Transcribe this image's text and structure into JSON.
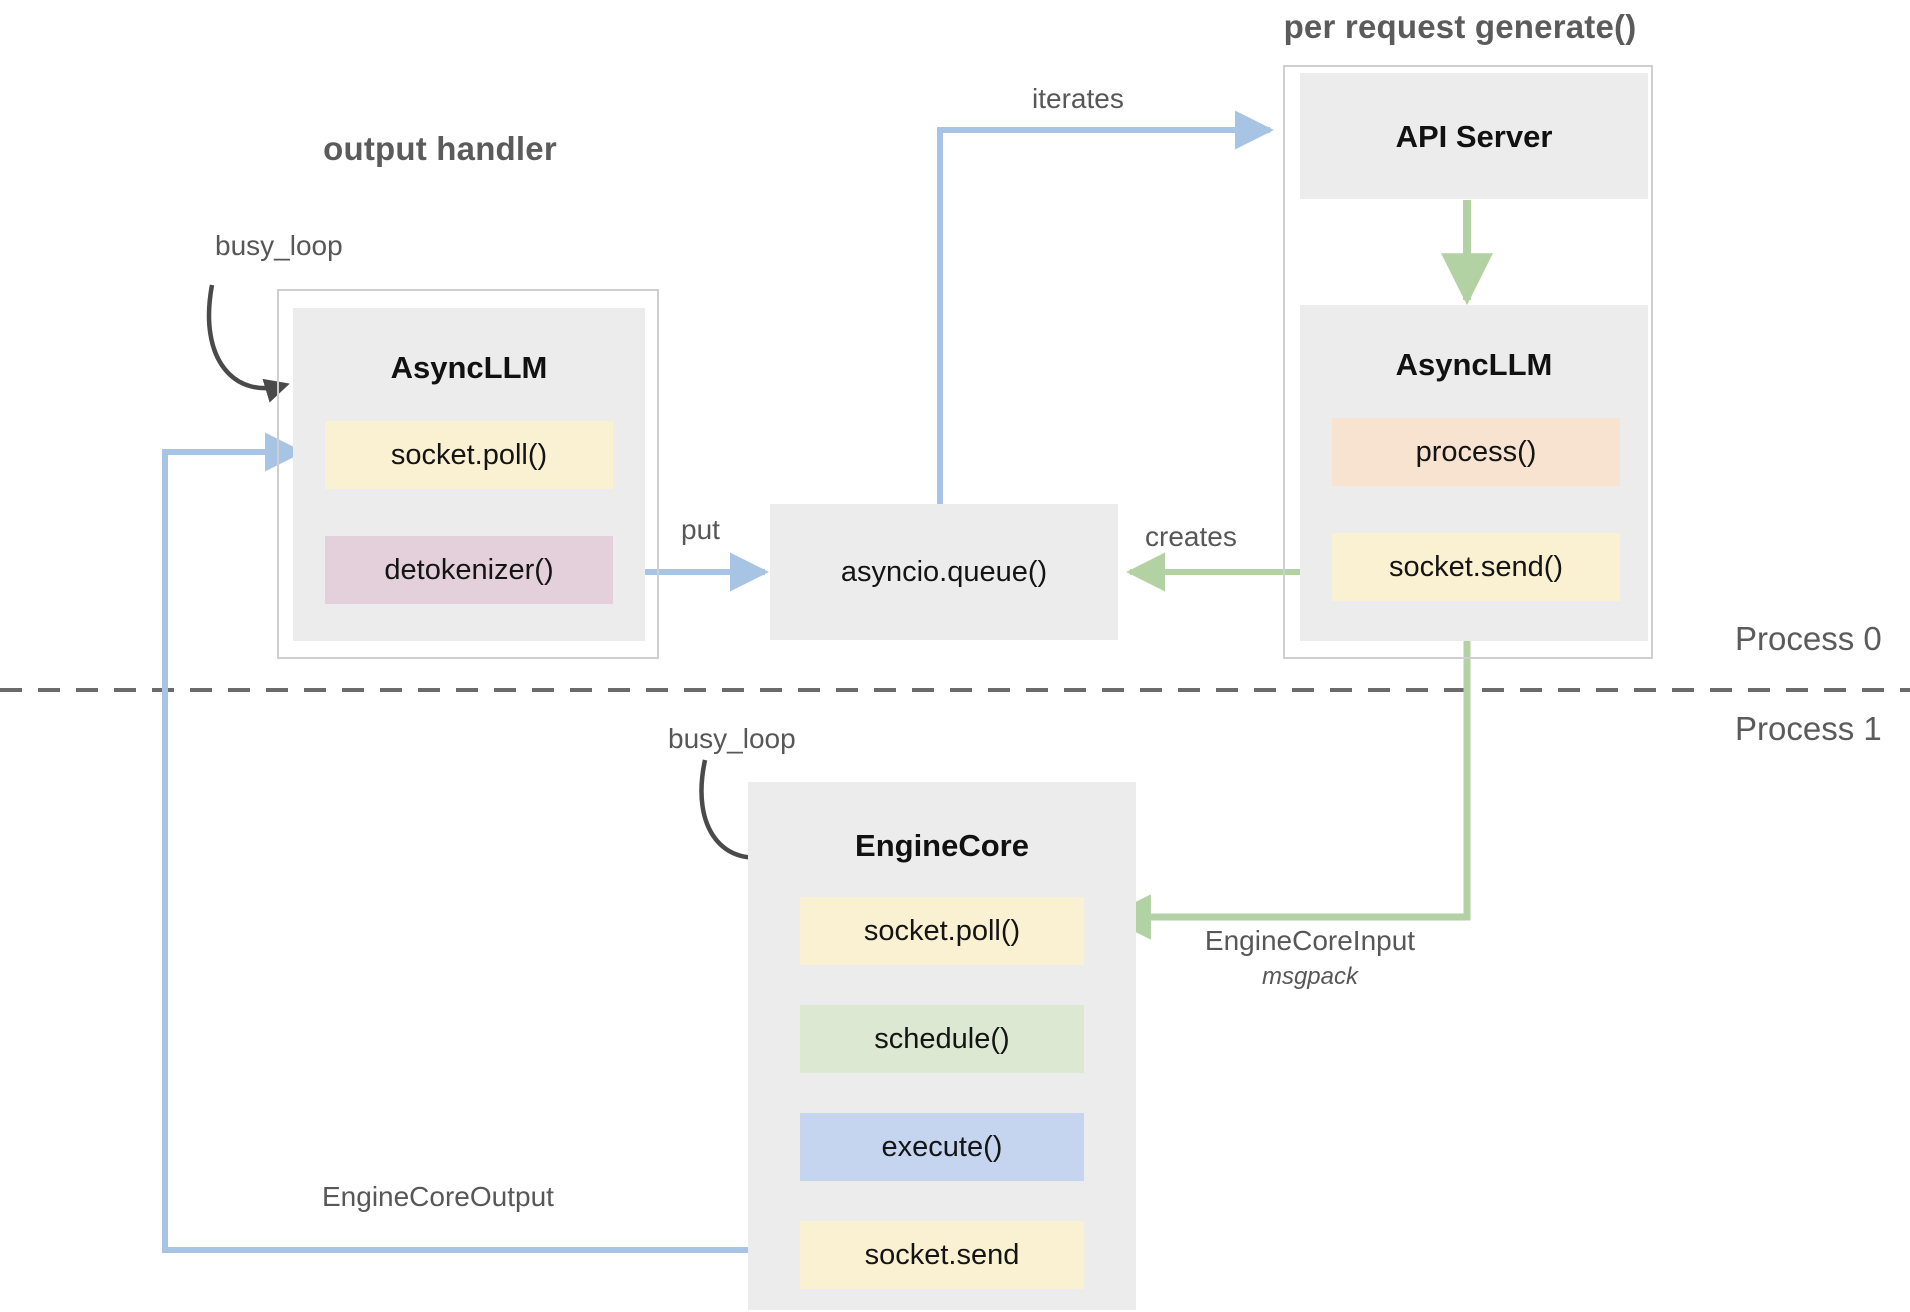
{
  "diagram": {
    "title_groups": [
      {
        "id": "output-handler",
        "label": "output handler"
      },
      {
        "id": "per-request-generate",
        "label": "per request generate()"
      }
    ],
    "process_labels": [
      {
        "id": "process-0",
        "label": "Process 0"
      },
      {
        "id": "process-1",
        "label": "Process 1"
      }
    ],
    "components": {
      "async_llm_left": {
        "title": "AsyncLLM",
        "chips": [
          {
            "label": "socket.poll()",
            "color": "#faf0d2"
          },
          {
            "label": "detokenizer()",
            "color": "#e4d0da"
          }
        ]
      },
      "api_server": {
        "title": "API Server"
      },
      "async_llm_right": {
        "title": "AsyncLLM",
        "chips": [
          {
            "label": "process()",
            "color": "#f7e3d0"
          },
          {
            "label": "socket.send()",
            "color": "#faf0d2"
          }
        ]
      },
      "engine_core": {
        "title": "EngineCore",
        "chips": [
          {
            "label": "socket.poll()",
            "color": "#faf0d2"
          },
          {
            "label": "schedule()",
            "color": "#dce8d1"
          },
          {
            "label": "execute()",
            "color": "#c5d4ef"
          },
          {
            "label": "socket.send",
            "color": "#faf0d2"
          }
        ]
      },
      "asyncio_queue": {
        "label": "asyncio.queue()"
      }
    },
    "edges": [
      {
        "id": "busy-loop-left",
        "label": "busy_loop"
      },
      {
        "id": "busy-loop-engine",
        "label": "busy_loop"
      },
      {
        "id": "iterates",
        "label": "iterates"
      },
      {
        "id": "put",
        "label": "put"
      },
      {
        "id": "creates",
        "label": "creates"
      },
      {
        "id": "engine-core-input",
        "label": "EngineCoreInput",
        "sublabel": "msgpack"
      },
      {
        "id": "engine-core-output",
        "label": "EngineCoreOutput"
      }
    ],
    "colors": {
      "blue_arrow": "#a8c4e5",
      "green_arrow": "#b3d2a3",
      "black_arrow": "#4a4a4a",
      "box_grey": "#ececec",
      "outline_grey": "#cfcfcf",
      "divider": "#6b6b6b",
      "chip_yellow": "#faf0d2",
      "chip_pink": "#e4d0da",
      "chip_peach": "#f7e3d0",
      "chip_green": "#dce8d1",
      "chip_blue": "#c5d4ef"
    }
  }
}
